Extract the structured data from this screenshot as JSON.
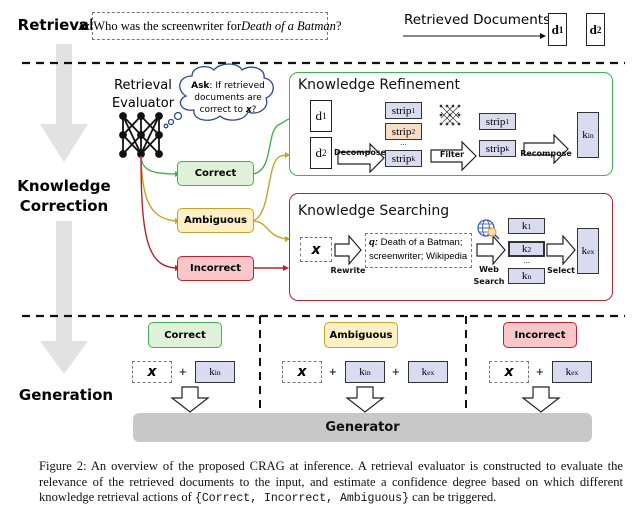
{
  "sections": {
    "retrieval": "Retrieval",
    "knowledge_correction_line1": "Knowledge",
    "knowledge_correction_line2": "Correction",
    "generation": "Generation"
  },
  "query": {
    "var": "x",
    "prefix": ": Who was the screenwriter for ",
    "title": "Death of a Batman",
    "suffix": "?"
  },
  "retrieved_documents": {
    "label": "Retrieved Documents",
    "docs": [
      {
        "base": "d",
        "sub": "1"
      },
      {
        "base": "d",
        "sub": "2"
      }
    ]
  },
  "evaluator": {
    "line1": "Retrieval",
    "line2": "Evaluator",
    "thought_bold": "Ask",
    "thought_text1": ": If retrieved",
    "thought_text2": "documents are",
    "thought_text3": "correct to ",
    "thought_var": "x",
    "thought_end": "?"
  },
  "actions": {
    "correct": "Correct",
    "ambiguous": "Ambiguous",
    "incorrect": "Incorrect"
  },
  "colors": {
    "correct": "#3fb34f",
    "ambiguous": "#c9a12a",
    "incorrect": "#c0202e",
    "knowledge_box": "#d9dcf1",
    "filtered_strip": "#f7dcc8",
    "generator": "#c8c8c8",
    "flow_arrow": "#e2e2e2"
  },
  "refinement": {
    "title": "Knowledge Refinement",
    "docs": [
      {
        "base": "d",
        "sub": "1"
      },
      {
        "base": "d",
        "sub": "2"
      }
    ],
    "decompose": "Decompose",
    "strips": [
      {
        "base": "strip",
        "sub": "1"
      },
      {
        "base": "strip",
        "sub": "2"
      },
      {
        "base": "strip",
        "sub": "k"
      }
    ],
    "ellipsis": "...",
    "filter": "Filter",
    "filtered": [
      {
        "base": "strip",
        "sub": "1"
      },
      {
        "base": "strip",
        "sub": "k"
      }
    ],
    "recompose": "Recompose",
    "output": {
      "base": "k",
      "sub": "in"
    }
  },
  "searching": {
    "title": "Knowledge Searching",
    "input_var": "x",
    "rewrite": "Rewrite",
    "query_label": "q:",
    "query_line1": " Death of a Batman;",
    "query_line2": "screenwriter; Wikipedia",
    "web_search_line1": "Web",
    "web_search_line2": "Search",
    "results": [
      {
        "base": "k",
        "sub": "1"
      },
      {
        "base": "k",
        "sub": "2"
      },
      {
        "base": "k",
        "sub": "n"
      }
    ],
    "ellipsis": "...",
    "select": "Select",
    "output": {
      "base": "k",
      "sub": "ex"
    }
  },
  "generation": {
    "columns": [
      {
        "label": "Correct",
        "var": "x",
        "plus": "+",
        "inputs": [
          {
            "base": "k",
            "sub": "in"
          }
        ]
      },
      {
        "label": "Ambiguous",
        "var": "x",
        "plus": "+",
        "inputs": [
          {
            "base": "k",
            "sub": "in"
          },
          {
            "base": "k",
            "sub": "ex"
          }
        ]
      },
      {
        "label": "Incorrect",
        "var": "x",
        "plus": "+",
        "inputs": [
          {
            "base": "k",
            "sub": "ex"
          }
        ]
      }
    ],
    "generator": "Generator"
  },
  "caption": {
    "text1": "Figure 2: An overview of the proposed CRAG at inference. A retrieval evaluator is constructed to evaluate the relevance of the retrieved documents to the input, and estimate a confidence degree based on which different knowledge retrieval actions of ",
    "brace_open": "{",
    "code1": "Correct",
    "sep1": ", ",
    "code2": "Incorrect",
    "sep2": ", ",
    "code3": "Ambiguous",
    "brace_close": "}",
    "text2": " can be triggered."
  }
}
